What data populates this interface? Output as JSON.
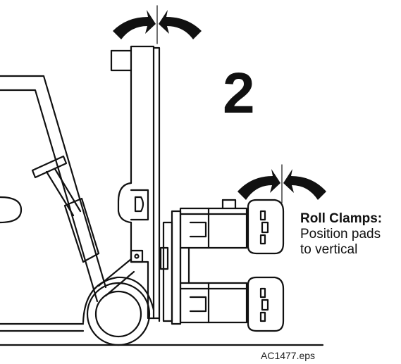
{
  "step_number": "2",
  "callout": {
    "title": "Roll Clamps:",
    "line1": "Position pads",
    "line2": "to vertical"
  },
  "file_label": "AC1477.eps",
  "icons": {
    "upper_arrows": "converging-rotation-arrows-icon",
    "lower_arrows": "converging-rotation-arrows-icon"
  },
  "colors": {
    "line": "#111111",
    "background": "#ffffff"
  }
}
